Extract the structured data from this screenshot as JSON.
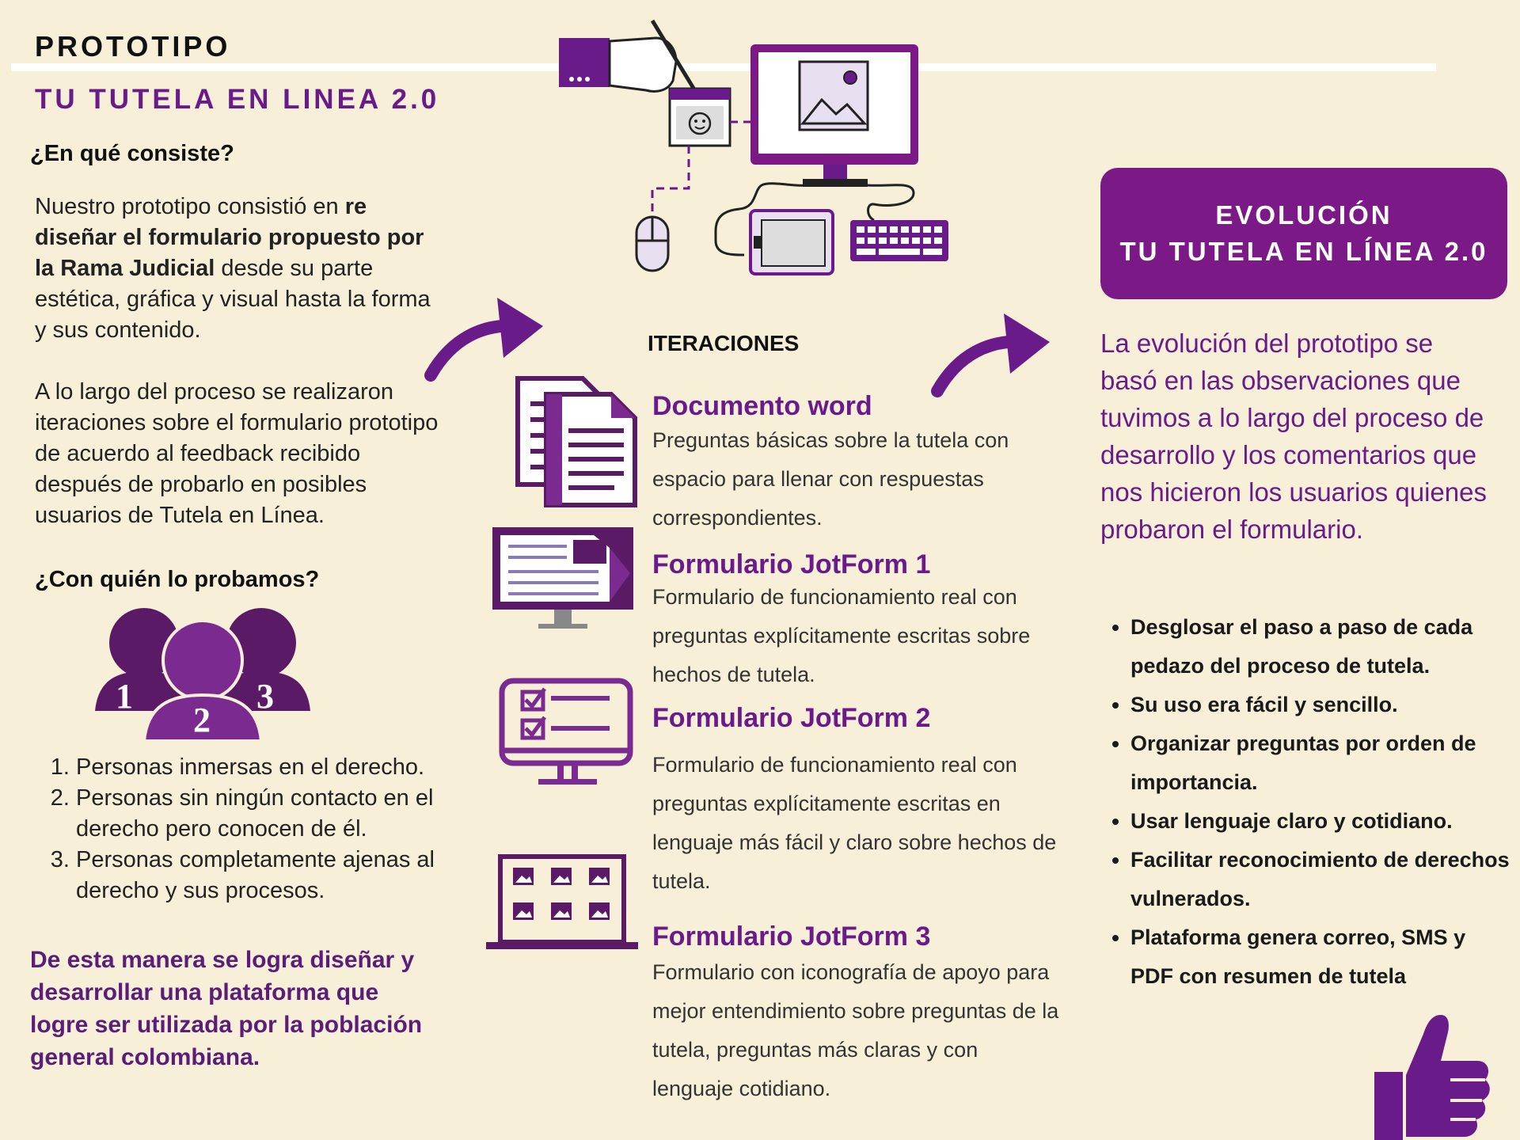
{
  "header": {
    "title": "PROTOTIPO",
    "subtitle": "TU TUTELA EN LINEA 2.0"
  },
  "left": {
    "q1": "¿En qué consiste?",
    "p1": [
      {
        "t": "Nuestro prototipo consistió en ",
        "b": false
      },
      {
        "t": "re diseñar el formulario propuesto por la Rama Judicial",
        "b": true
      },
      {
        "t": " desde su parte estética, gráfica y visual hasta la forma y sus contenido.",
        "b": false
      }
    ],
    "p2": "A lo largo del proceso se realizaron iteraciones sobre el formulario prototipo de acuerdo al feedback recibido después de probarlo en posibles usuarios de Tutela en Línea.",
    "q2": "¿Con quién lo probamos?",
    "people_numbers": [
      "1",
      "2",
      "3"
    ],
    "people": [
      "Personas inmersas en el derecho.",
      "Personas sin ningún contacto en el derecho pero conocen de él.",
      "Personas completamente ajenas al derecho y sus procesos."
    ],
    "closing": "De esta manera se logra diseñar y desarrollar una plataforma que logre ser utilizada por la población general colombiana."
  },
  "center": {
    "title": "ITERACIONES",
    "items": [
      {
        "title": "Documento word",
        "desc": "Preguntas básicas sobre la tutela con espacio para llenar con respuestas correspondientes."
      },
      {
        "title": "Formulario JotForm 1",
        "desc": "Formulario de funcionamiento real con preguntas explícitamente escritas sobre hechos de tutela."
      },
      {
        "title": "Formulario JotForm 2",
        "desc": "Formulario de funcionamiento real con preguntas explícitamente escritas en lenguaje más fácil y claro sobre hechos de tutela."
      },
      {
        "title": "Formulario JotForm 3",
        "desc": "Formulario con iconografía de apoyo para mejor entendimiento sobre preguntas de la tutela, preguntas más claras y con lenguaje cotidiano."
      }
    ]
  },
  "right": {
    "box_line1": "EVOLUCIÓN",
    "box_line2": "TU TUTELA EN LÍNEA 2.0",
    "text": "La evolución del prototipo se basó en las observaciones que tuvimos a lo largo del proceso de desarrollo y los comentarios que nos hicieron los usuarios quienes probaron el formulario.",
    "bullets": [
      "Desglosar el paso a paso de cada pedazo del proceso de tutela.",
      "Su uso era fácil y sencillo.",
      "Organizar preguntas por orden de importancia.",
      "Usar lenguaje claro y cotidiano.",
      "Facilitar reconocimiento de derechos vulnerados.",
      " Plataforma genera correo, SMS y PDF con resumen de tutela"
    ]
  },
  "colors": {
    "background": "#f7efd8",
    "purple": "#6a1b8a",
    "purple_dark": "#5b1e78",
    "box": "#7b1a86"
  },
  "icons": [
    "computer-setup-icon",
    "arrow-icon",
    "people-group-icon",
    "documents-icon",
    "monitor-form-icon",
    "checklist-monitor-icon",
    "laptop-gallery-icon",
    "thumbs-up-icon"
  ]
}
